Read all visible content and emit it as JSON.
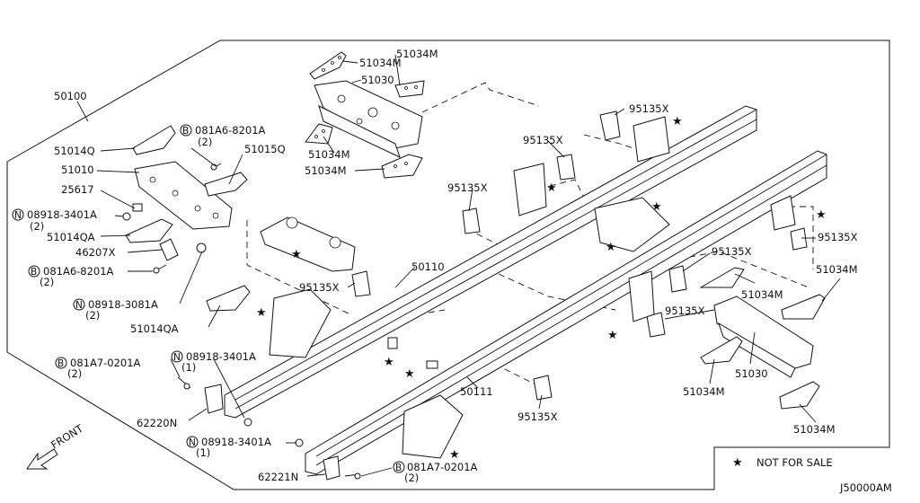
{
  "diagram_id": "J50000AM",
  "legend": {
    "symbol": "★",
    "text": "NOT FOR SALE"
  },
  "front_label": "FRONT",
  "callouts": {
    "c50100": "50100",
    "c51034m_a": "51034M",
    "c51034m_b": "51034M",
    "c51030_a": "51030",
    "c51034m_c": "51034M",
    "c51034m_d": "51034M",
    "c081a6_a": "081A6-8201A",
    "c081a6_a_qty": "(2)",
    "c51015q": "51015Q",
    "c51014q": "51014Q",
    "c51010": "51010",
    "c25617": "25617",
    "c08918_3401a_a": "08918-3401A",
    "c08918_3401a_a_qty": "(2)",
    "c51014qa_a": "51014QA",
    "c46207x": "46207X",
    "c081a6_b": "081A6-8201A",
    "c081a6_b_qty": "(2)",
    "c08918_3081a": "08918-3081A",
    "c08918_3081a_qty": "(2)",
    "c51014qa_b": "51014QA",
    "c95135x_a": "95135X",
    "c95135x_b": "95135X",
    "c95135x_c": "95135X",
    "c95135x_d": "95135X",
    "c95135x_e": "95135X",
    "c95135x_f": "95135X",
    "c95135x_g": "95135X",
    "c95135x_h": "95135X",
    "c50110": "50110",
    "c51034m_e": "51034M",
    "c51034m_f": "51034M",
    "c51030_b": "51030",
    "c51034m_g": "51034M",
    "c51034m_h": "51034M",
    "c081a7_a": "081A7-0201A",
    "c081a7_a_qty": "(2)",
    "c08918_3401a_b": "08918-3401A",
    "c08918_3401a_b_qty": "(1)",
    "c62220n": "62220N",
    "c50111": "50111",
    "c08918_3401a_c": "08918-3401A",
    "c08918_3401a_c_qty": "(1)",
    "c62221n": "62221N",
    "c081a7_b": "081A7-0201A",
    "c081a7_b_qty": "(2)"
  },
  "prefix_b": "B",
  "prefix_n": "N"
}
